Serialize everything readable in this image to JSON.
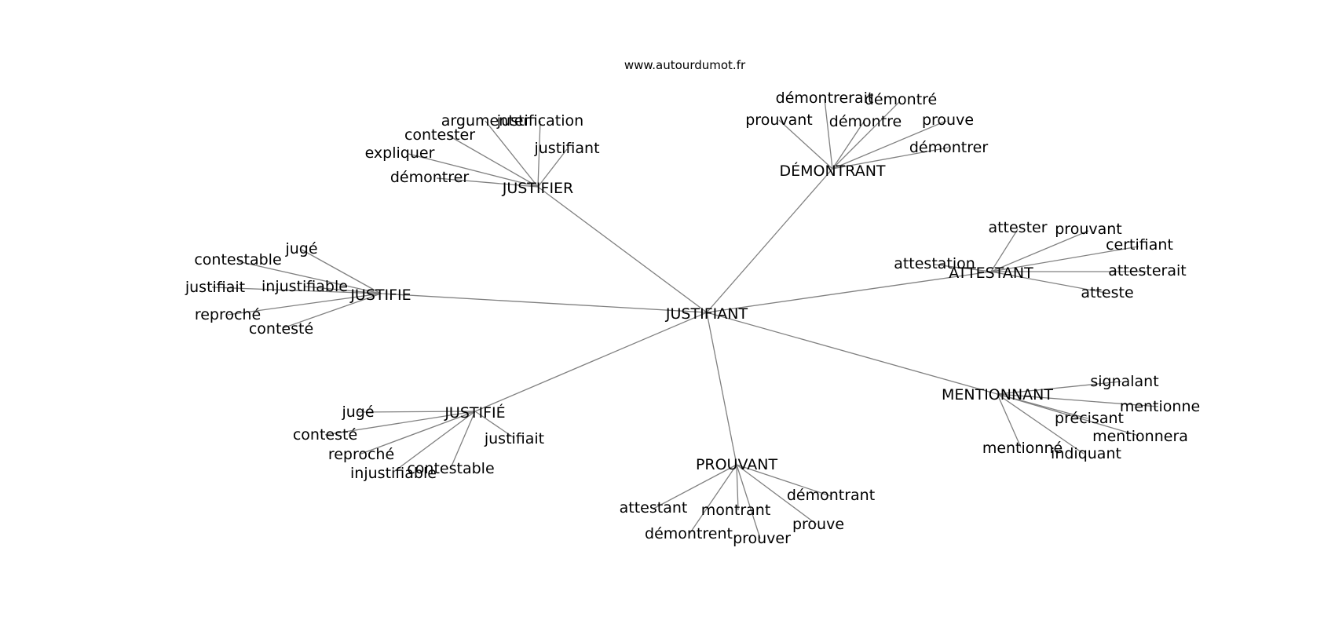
{
  "source_label": "www.autourdumot.fr",
  "center": {
    "word": "JUSTIFIANT"
  },
  "clusters": [
    {
      "hub": "JUSTIFIER",
      "leaves": [
        "argumenter",
        "justification",
        "contester",
        "justifiant",
        "expliquer",
        "démontrer"
      ]
    },
    {
      "hub": "DÉMONTRANT",
      "leaves": [
        "démontrerait",
        "démontré",
        "prouvant",
        "démontre",
        "prouve",
        "démontrer"
      ]
    },
    {
      "hub": "ATTESTANT",
      "leaves": [
        "attester",
        "prouvant",
        "certifiant",
        "attestation",
        "attesterait",
        "atteste"
      ]
    },
    {
      "hub": "JUSTIFIE",
      "leaves": [
        "jugé",
        "contestable",
        "justifiait",
        "injustifiable",
        "reproché",
        "contesté"
      ]
    },
    {
      "hub": "MENTIONNANT",
      "leaves": [
        "signalant",
        "mentionne",
        "précisant",
        "mentionnera",
        "mentionné",
        "indiquant"
      ]
    },
    {
      "hub": "JUSTIFIÉ",
      "leaves": [
        "jugé",
        "contesté",
        "justifiait",
        "reproché",
        "contestable",
        "injustifiable"
      ]
    },
    {
      "hub": "PROUVANT",
      "leaves": [
        "démontrant",
        "attestant",
        "montrant",
        "prouve",
        "démontrent",
        "prouver"
      ]
    }
  ]
}
